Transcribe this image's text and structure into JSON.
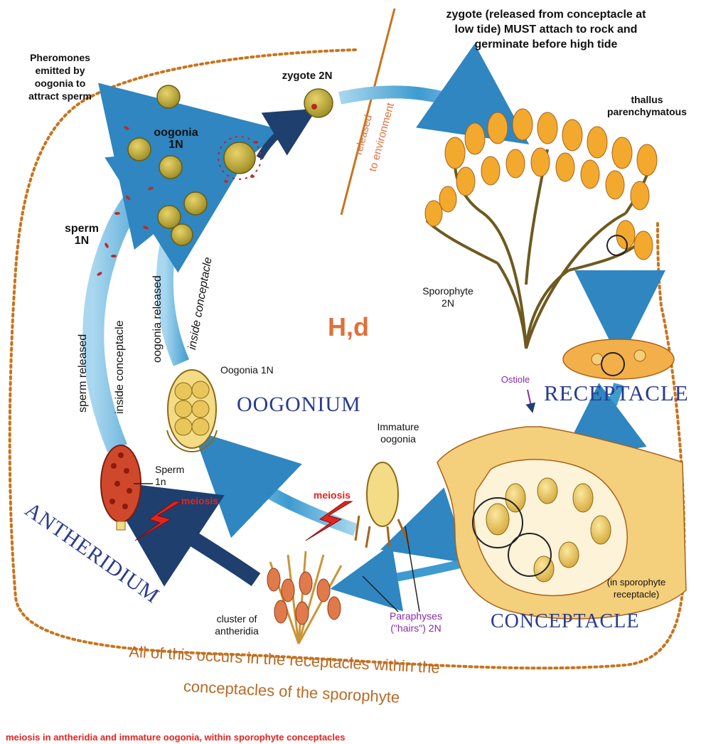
{
  "labels": {
    "zygote_note": "zygote (released from conceptacle at\nlow tide) MUST attach to rock and\ngerminate before high tide",
    "pheromones": "Pheromones\nemitted by\noogonia to\nattract sperm",
    "zygote": "zygote 2N",
    "released_1": "released",
    "released_2": "to environment",
    "thallus": "thallus\nparenchymatous",
    "oogonia_1n": "oogonia\n1N",
    "sperm_1n": "sperm\n1N",
    "sporophyte": "Sporophyte\n2N",
    "center_mark": "H,d",
    "sperm_released": "sperm released",
    "inside_conceptacle_1": "inside  conceptacle",
    "oogonia_released": "oogonia  released",
    "inside_conceptacle_2": "inside conceptacle",
    "oogonia_label": "Oogonia 1N",
    "oogonium": "OOGONIUM",
    "ostiole": "Ostiole",
    "receptacle": "RECEPTACLE",
    "immature_oogonia": "Immature\noogonia",
    "sperm_in": "Sperm\n1n",
    "meiosis_left": "meiosis",
    "meiosis_right": "meiosis",
    "antheridium": "ANTHERIDIUM",
    "in_sporophyte_receptacle": "(in sporophyte\nreceptacle)",
    "cluster_antheridia": "cluster of\nantheridia",
    "paraphyses": "Paraphyses\n(\"hairs\")  2N",
    "conceptacle": "CONCEPTACLE",
    "all_occurs_1": "All of this occurs in the receptacles within the",
    "all_occurs_2": "conceptacles of the sporophyte",
    "footer": "meiosis in antheridia and immature oogonia, within sporophyte conceptacles"
  },
  "colors": {
    "arrow_blue": "#3d9bd0",
    "arrow_dark": "#1f3f6e",
    "dotted_border": "#c8741c",
    "orange_text": "#e0703a",
    "brown_text": "#b86a26",
    "purple": "#8a2aa8",
    "red": "#e5231f",
    "cell_olive": "#b9a53a",
    "cell_yellow": "#e8c65a",
    "sperm_red": "#c0282a"
  }
}
